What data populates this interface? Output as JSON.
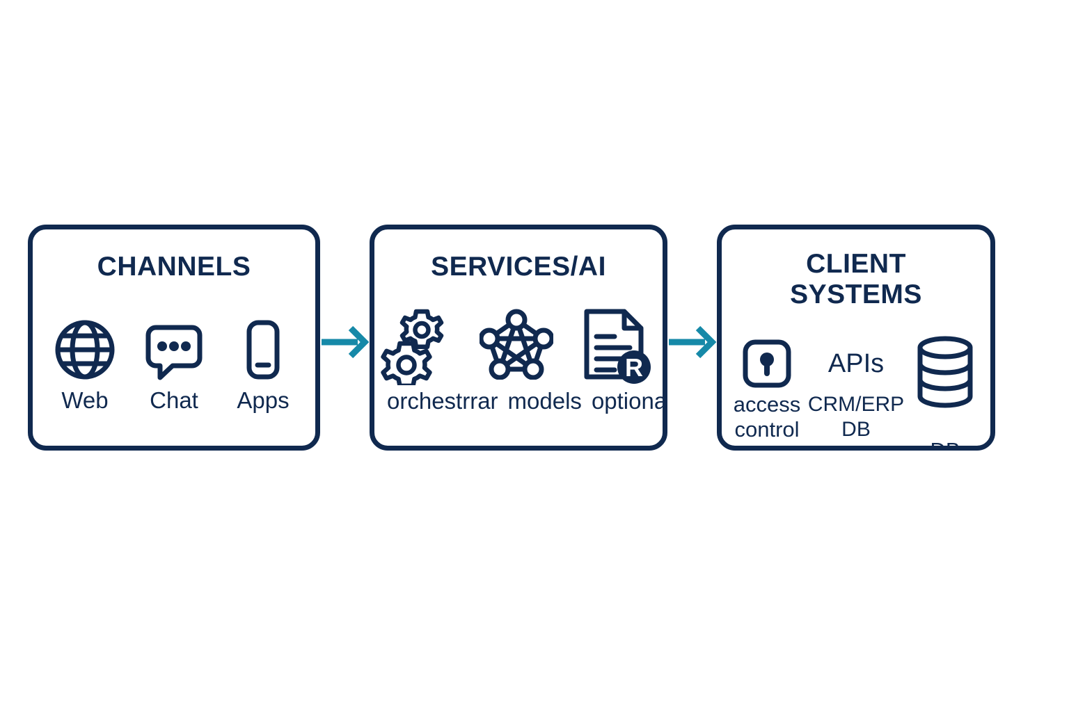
{
  "colors": {
    "navy": "#10294f",
    "arrow_teal": "#1689a8",
    "background": "#ffffff"
  },
  "diagram": {
    "type": "flow",
    "direction": "left-to-right",
    "boxes": [
      {
        "id": "channels",
        "title": "CHANNELS",
        "items": [
          {
            "icon": "globe-icon",
            "label": "Web"
          },
          {
            "icon": "chat-bubble-icon",
            "label": "Chat"
          },
          {
            "icon": "mobile-phone-icon",
            "label": "Apps"
          }
        ]
      },
      {
        "id": "services",
        "title": "SERVICES/AI",
        "items": [
          {
            "icon": "gears-icon",
            "label": "orchestrrar"
          },
          {
            "icon": "neural-network-icon",
            "label": "models"
          },
          {
            "icon": "document-rag-icon",
            "label": "optional RAG"
          }
        ]
      },
      {
        "id": "client",
        "title_line1": "CLIENT",
        "title_line2": "SYSTEMS",
        "items": [
          {
            "icon": "lock-keyhole-icon",
            "label_line1": "access",
            "label_line2": "control"
          },
          {
            "icon": "none",
            "label_line1": "APIs",
            "label_line2": "CRM/ERP",
            "label_line3": "DB"
          },
          {
            "icon": "database-cylinder-icon",
            "label_line1": "DB"
          }
        ]
      }
    ],
    "arrows": [
      {
        "id": "arrow-1",
        "from": "channels",
        "to": "services",
        "glyph": "arrow-right-icon"
      },
      {
        "id": "arrow-2",
        "from": "services",
        "to": "client",
        "glyph": "arrow-right-icon"
      }
    ],
    "notes": {
      "services_caption_overflow": "optional RAG is clipped by the right border of the SERVICES/AI box"
    }
  }
}
